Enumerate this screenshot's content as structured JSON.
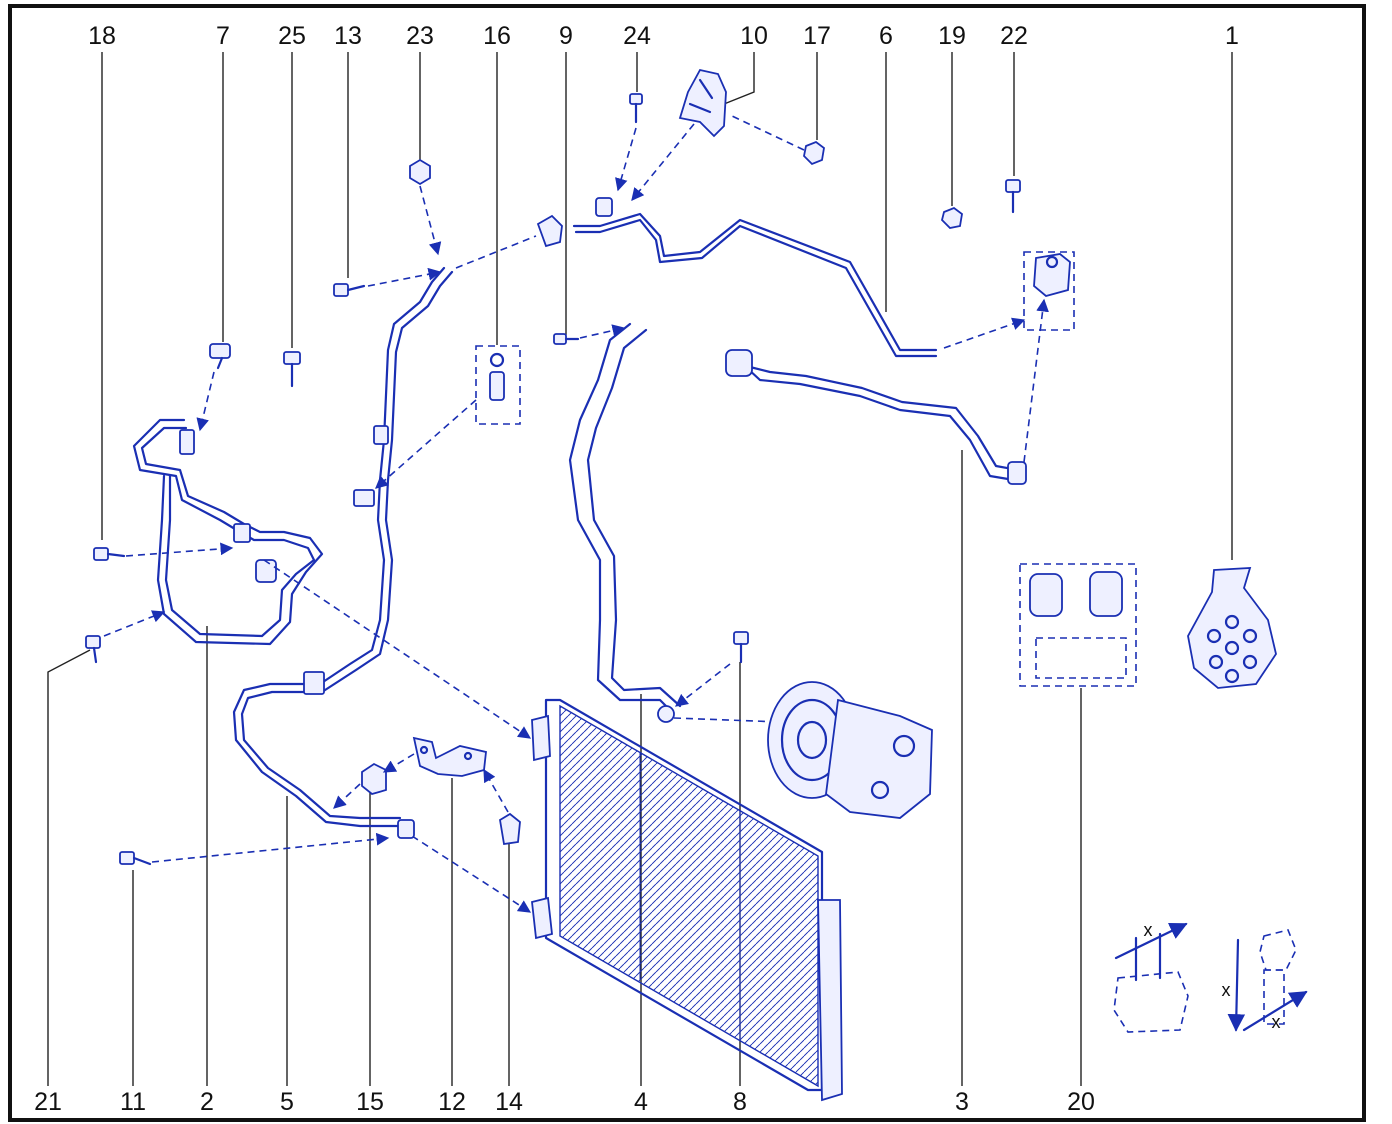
{
  "diagram": {
    "frame_color": "#111111",
    "part_color": "#1a2fb3",
    "callouts_top": [
      "18",
      "7",
      "25",
      "13",
      "23",
      "16",
      "9",
      "24",
      "10",
      "17",
      "6",
      "19",
      "22",
      "1"
    ],
    "callouts_bottom": [
      "21",
      "11",
      "2",
      "5",
      "15",
      "12",
      "14",
      "4",
      "8",
      "3",
      "20"
    ],
    "dimension_label": "x"
  }
}
